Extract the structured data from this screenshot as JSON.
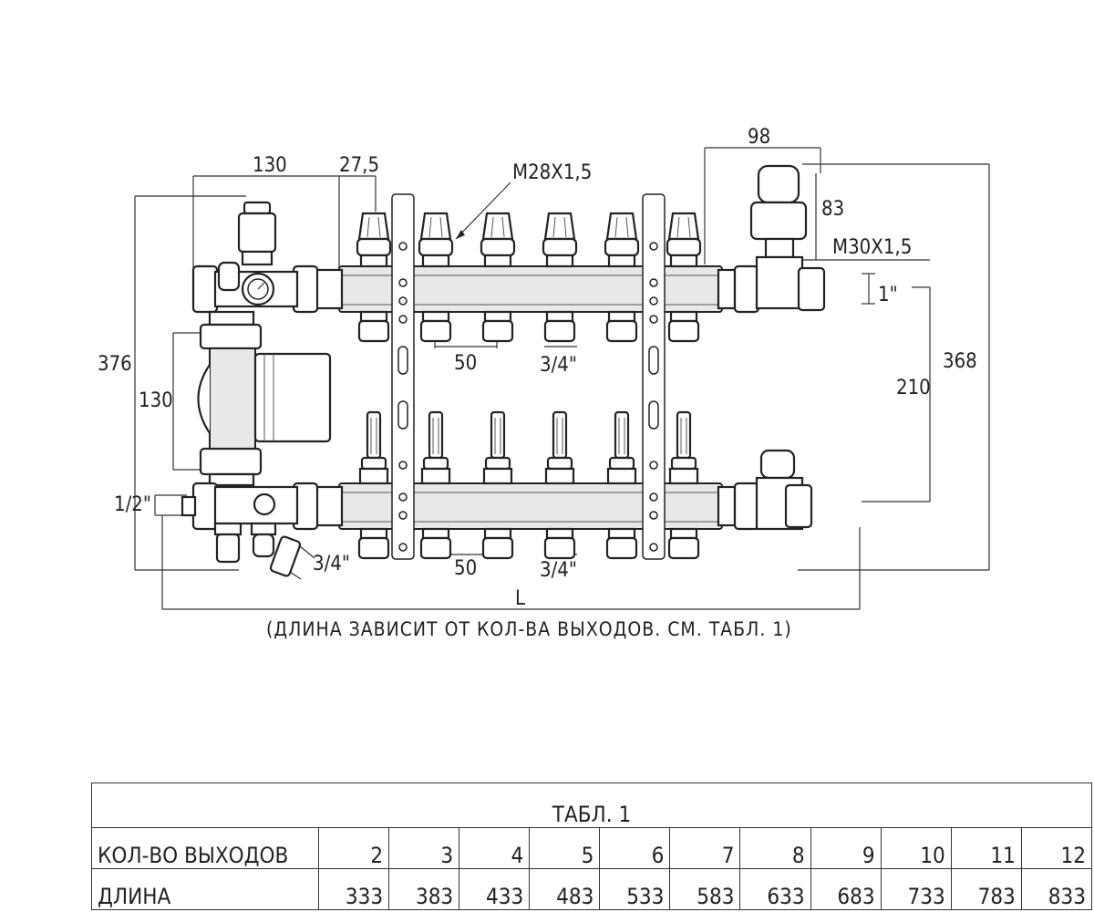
{
  "dimensions": {
    "d130_top": "130",
    "d27_5": "27,5",
    "thread_m28": "M28X1,5",
    "d98": "98",
    "d83": "83",
    "thread_m30": "M30X1,5",
    "d1inch": "1\"",
    "d376": "376",
    "d130_side": "130",
    "d368": "368",
    "d210": "210",
    "d50_top": "50",
    "d3_4_top": "3/4\"",
    "d1_2": "1/2\"",
    "d3_4_drain": "3/4\"",
    "d50_bottom": "50",
    "d3_4_bottom": "3/4\"",
    "length_label": "L"
  },
  "note": "(ДЛИНА ЗАВИСИТ ОТ КОЛ-ВА ВЫХОДОВ. СМ. ТАБЛ. 1)",
  "table": {
    "title": "ТАБЛ. 1",
    "row_outputs_label": "КОЛ-ВО ВЫХОДОВ",
    "row_length_label": "ДЛИНА",
    "outputs": [
      "2",
      "3",
      "4",
      "5",
      "6",
      "7",
      "8",
      "9",
      "10",
      "11",
      "12"
    ],
    "lengths": [
      "333",
      "383",
      "433",
      "483",
      "533",
      "583",
      "633",
      "683",
      "733",
      "783",
      "833"
    ]
  }
}
